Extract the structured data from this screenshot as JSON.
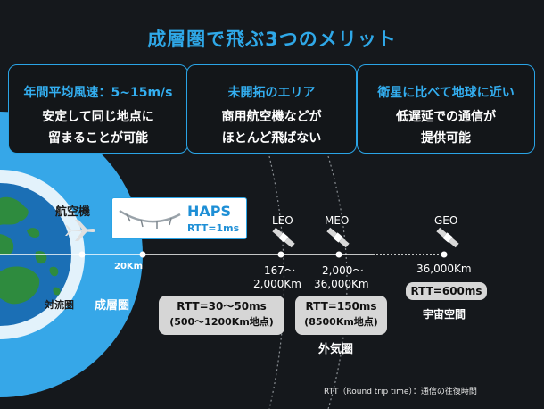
{
  "title": "成層圏で飛ぶ3つのメリット",
  "boxes": [
    {
      "head": "年間平均風速：5~15m/s",
      "line1": "安定して同じ地点に",
      "line2": "留まることが可能"
    },
    {
      "head": "未開拓のエリア",
      "line1": "商用航空機などが",
      "line2": "ほとんど飛ばない"
    },
    {
      "head": "衛星に比べて地球に近い",
      "line1": "低遅延での通信が",
      "line2": "提供可能"
    }
  ],
  "earth": {
    "airplane_label": "航空機",
    "troposphere_label": "対流圏",
    "stratosphere_label": "成層圏",
    "altitude_label": "20Km"
  },
  "haps": {
    "name": "HAPS",
    "rtt": "RTT=1ms"
  },
  "orbits": {
    "leo": {
      "name": "LEO",
      "range1": "167〜",
      "range2": "2,000Km"
    },
    "meo": {
      "name": "MEO",
      "range1": "2,000〜",
      "range2": "36,000Km"
    },
    "geo": {
      "name": "GEO",
      "range": "36,000Km",
      "rtt": "RTT=600ms",
      "space_label": "宇宙空間"
    }
  },
  "rtt_leo": {
    "line1": "RTT=30〜50ms",
    "line2": "(500〜1200Km地点)"
  },
  "rtt_meo": {
    "line1": "RTT=150ms",
    "line2": "(8500Km地点)"
  },
  "exosphere_label": "外気圏",
  "footnote": "RTT（Round trip time）：通信の往復時間",
  "colors": {
    "accent": "#2fa8e8",
    "ocean": "#1b6fb5",
    "land": "#2e8b3e",
    "atmosphere_outer": "#36a7e8",
    "atmosphere_inner": "#e3f2fb"
  }
}
